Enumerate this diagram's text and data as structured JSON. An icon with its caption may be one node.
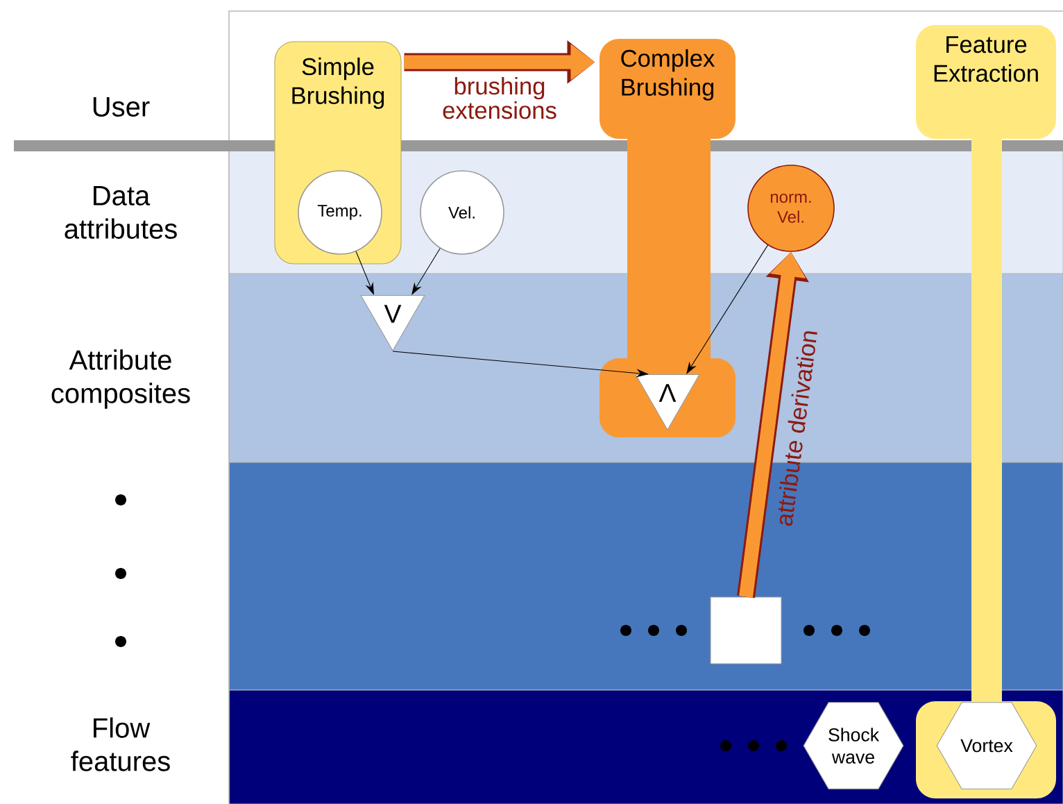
{
  "diagram": {
    "nodes": [
      {
        "text": [
          "Simple Brushing"
        ]
      },
      {
        "text": [
          "Temp."
        ],
        "in": 0
      },
      {
        "text": [
          "Vel."
        ]
      },
      {
        "text": [
          "V"
        ]
      },
      {
        "text": [
          "Complex Brushing"
        ]
      },
      {
        "text": [
          "Λ"
        ],
        "in": 4
      },
      {
        "text": [
          "norm. Vel."
        ]
      },
      {
        "text": [
          "Feature Extraction"
        ]
      },
      {
        "text": [],
        "shape": "box"
      },
      {
        "text": [
          "Shock wave"
        ]
      },
      {
        "text": [
          "Vortex"
        ],
        "in": 7
      }
    ],
    "edges": [
      {
        "from": 0,
        "to": 4,
        "arrow": "to",
        "label": "brushing extensions",
        "style": "thick",
        "color": "#f99832"
      },
      {
        "from": 1,
        "to": 3,
        "arrow": "to"
      },
      {
        "from": 2,
        "to": 3,
        "arrow": "to"
      },
      {
        "from": 3,
        "to": 5,
        "arrow": "to"
      },
      {
        "from": 6,
        "to": 5,
        "arrow": "to"
      },
      {
        "from": 8,
        "to": 6,
        "arrow": "to",
        "label": "attribute derivation",
        "style": "thick",
        "color": "#f99832"
      }
    ],
    "labels": [
      "User",
      "Data attributes",
      "Attribute composites",
      "Flow features"
    ]
  }
}
